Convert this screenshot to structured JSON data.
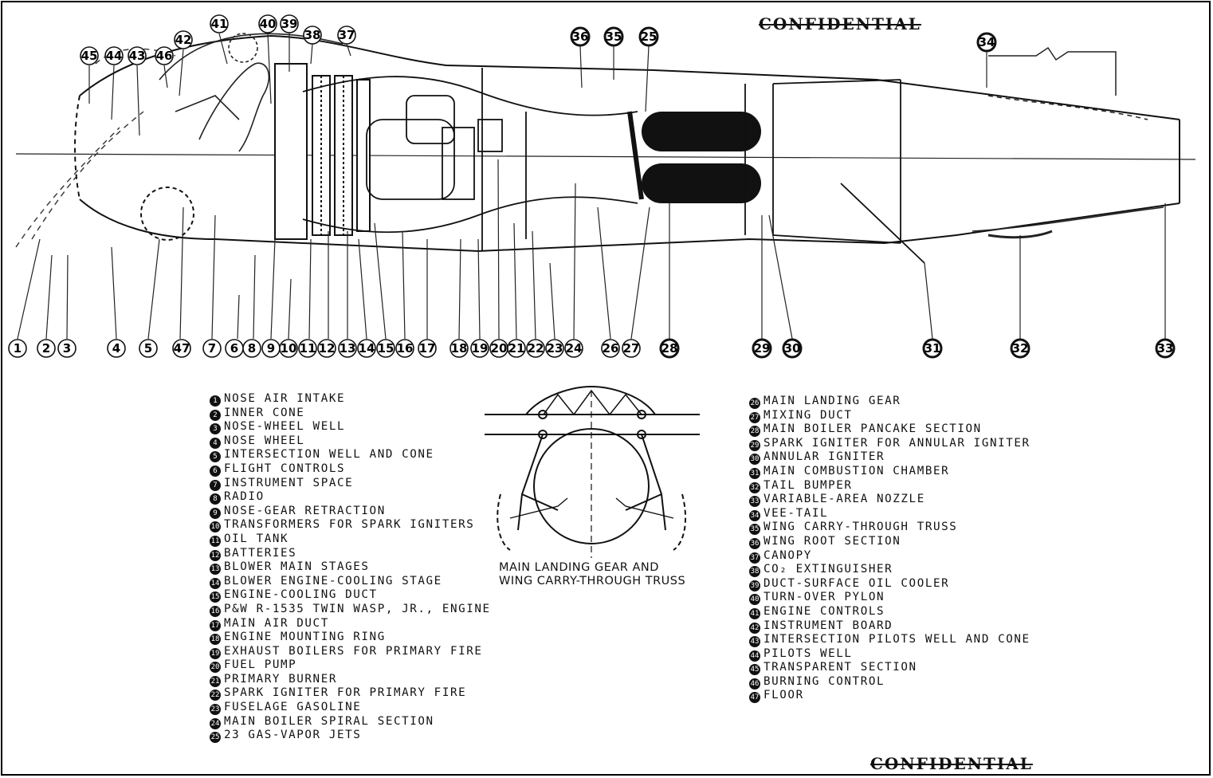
{
  "stamps": {
    "top": "CONFIDENTIAL",
    "bottom": "CONFIDENTIAL"
  },
  "bottom_callouts": [
    "1",
    "2",
    "3",
    "4",
    "5",
    "47",
    "7",
    "6",
    "8",
    "9",
    "10",
    "11",
    "12",
    "13",
    "14",
    "15",
    "16",
    "17",
    "18",
    "19",
    "20",
    "21",
    "22",
    "23",
    "24",
    "26",
    "27",
    "28",
    "29",
    "30",
    "31",
    "32",
    "33"
  ],
  "top_callouts": [
    "45",
    "44",
    "43",
    "46",
    "42",
    "41",
    "40",
    "39",
    "38",
    "37",
    "36",
    "35",
    "25",
    "34"
  ],
  "legend_left": [
    {
      "n": "1",
      "label": "NOSE AIR INTAKE"
    },
    {
      "n": "2",
      "label": "INNER CONE"
    },
    {
      "n": "3",
      "label": "NOSE-WHEEL WELL"
    },
    {
      "n": "4",
      "label": "NOSE WHEEL"
    },
    {
      "n": "5",
      "label": "INTERSECTION WELL AND CONE"
    },
    {
      "n": "6",
      "label": "FLIGHT CONTROLS"
    },
    {
      "n": "7",
      "label": "INSTRUMENT SPACE"
    },
    {
      "n": "8",
      "label": "RADIO"
    },
    {
      "n": "9",
      "label": "NOSE-GEAR RETRACTION"
    },
    {
      "n": "10",
      "label": "TRANSFORMERS FOR SPARK IGNITERS"
    },
    {
      "n": "11",
      "label": "OIL TANK"
    },
    {
      "n": "12",
      "label": "BATTERIES"
    },
    {
      "n": "13",
      "label": "BLOWER MAIN STAGES"
    },
    {
      "n": "14",
      "label": "BLOWER ENGINE-COOLING STAGE"
    },
    {
      "n": "15",
      "label": "ENGINE-COOLING DUCT"
    },
    {
      "n": "16",
      "label": "P&W R-1535 TWIN WASP, JR., ENGINE"
    },
    {
      "n": "17",
      "label": "MAIN AIR DUCT"
    },
    {
      "n": "18",
      "label": "ENGINE MOUNTING RING"
    },
    {
      "n": "19",
      "label": "EXHAUST BOILERS FOR PRIMARY FIRE"
    },
    {
      "n": "20",
      "label": "FUEL PUMP"
    },
    {
      "n": "21",
      "label": "PRIMARY BURNER"
    },
    {
      "n": "22",
      "label": "SPARK IGNITER FOR PRIMARY FIRE"
    },
    {
      "n": "23",
      "label": "FUSELAGE GASOLINE"
    },
    {
      "n": "24",
      "label": "MAIN BOILER SPIRAL SECTION"
    },
    {
      "n": "25",
      "label": "23 GAS-VAPOR JETS"
    }
  ],
  "legend_right": [
    {
      "n": "26",
      "label": "MAIN LANDING GEAR"
    },
    {
      "n": "27",
      "label": "MIXING DUCT"
    },
    {
      "n": "28",
      "label": "MAIN BOILER PANCAKE SECTION"
    },
    {
      "n": "29",
      "label": "SPARK IGNITER FOR ANNULAR IGNITER"
    },
    {
      "n": "30",
      "label": "ANNULAR IGNITER"
    },
    {
      "n": "31",
      "label": "MAIN COMBUSTION CHAMBER"
    },
    {
      "n": "32",
      "label": "TAIL BUMPER"
    },
    {
      "n": "33",
      "label": "VARIABLE-AREA NOZZLE"
    },
    {
      "n": "34",
      "label": "VEE-TAIL"
    },
    {
      "n": "35",
      "label": "WING CARRY-THROUGH TRUSS"
    },
    {
      "n": "36",
      "label": "WING ROOT SECTION"
    },
    {
      "n": "37",
      "label": "CANOPY"
    },
    {
      "n": "38",
      "label": "CO₂ EXTINGUISHER"
    },
    {
      "n": "39",
      "label": "DUCT-SURFACE OIL COOLER"
    },
    {
      "n": "40",
      "label": "TURN-OVER PYLON"
    },
    {
      "n": "41",
      "label": "ENGINE CONTROLS"
    },
    {
      "n": "42",
      "label": "INSTRUMENT BOARD"
    },
    {
      "n": "43",
      "label": "INTERSECTION PILOTS WELL AND CONE"
    },
    {
      "n": "44",
      "label": "PILOTS WELL"
    },
    {
      "n": "45",
      "label": "TRANSPARENT SECTION"
    },
    {
      "n": "46",
      "label": "BURNING CONTROL"
    },
    {
      "n": "47",
      "label": "FLOOR"
    }
  ],
  "gear_caption": {
    "line1": "MAIN LANDING GEAR AND",
    "line2": "WING CARRY-THROUGH TRUSS"
  }
}
